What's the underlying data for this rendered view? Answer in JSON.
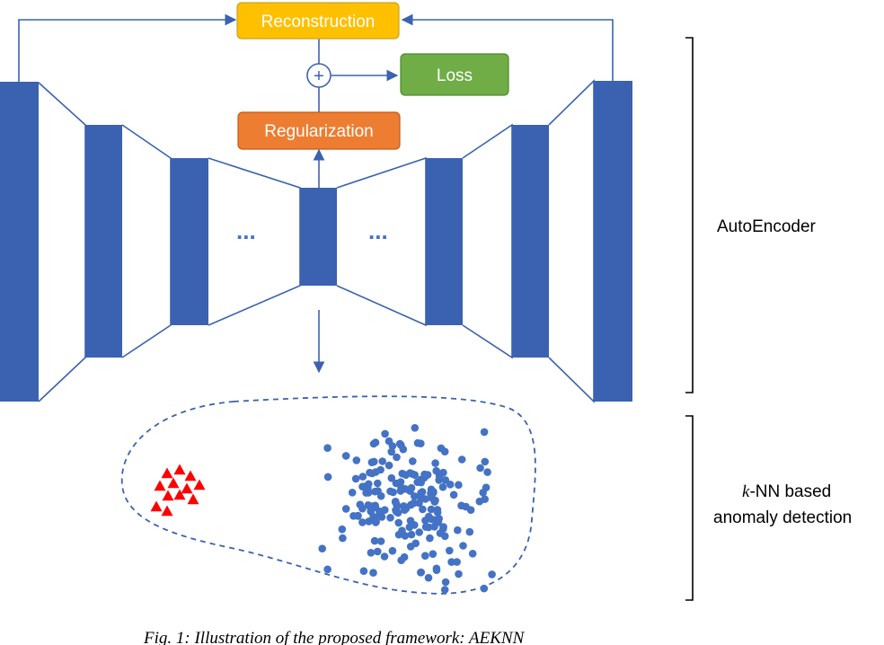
{
  "boxes": {
    "reconstruction": {
      "label": "Reconstruction",
      "color": "#ffc000",
      "border": "#c9a227"
    },
    "loss": {
      "label": "Loss",
      "color": "#70ad47",
      "border": "#4e8a30"
    },
    "regularization": {
      "label": "Regularization",
      "color": "#ed7d31",
      "border": "#c55a11"
    }
  },
  "plus_symbol": "+",
  "ellipsis": [
    "...",
    "..."
  ],
  "brackets": {
    "autoencoder": "AutoEncoder",
    "knn_italic": "k",
    "knn_rest": "-NN based",
    "knn_line2": "anomaly detection"
  },
  "caption": "Fig. 1: Illustration of the proposed framework: AEKNN",
  "colors": {
    "layer": "#3a62b0",
    "line": "#3a62b0",
    "normal_points": "#4472c4",
    "anomaly_points": "#ff0000"
  },
  "points": {
    "anomaly_count": 12,
    "normal_count": 200
  }
}
